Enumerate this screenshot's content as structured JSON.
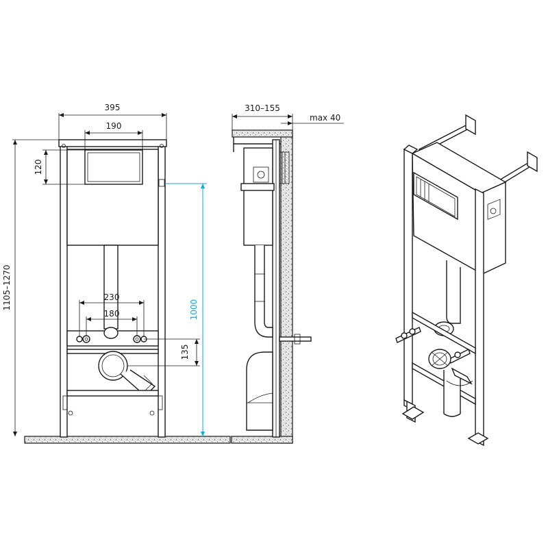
{
  "front": {
    "width": "395",
    "panel_width": "190",
    "panel_height": "120",
    "total_height": "1105–1270",
    "inlet_spacing_outer": "230",
    "inlet_spacing_inner": "180",
    "drain_height": "135",
    "flush_height": "1000"
  },
  "side": {
    "depth": "310–155",
    "offset": "max 40"
  },
  "colors": {
    "line": "#1a1a1a",
    "accent": "#16a7d6"
  }
}
